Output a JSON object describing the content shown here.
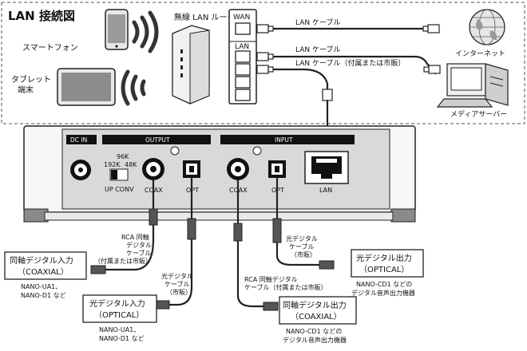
{
  "diagram": {
    "title": "LAN 接続図",
    "devices": {
      "smartphone": "スマートフォン",
      "tablet_line1": "タブレット",
      "tablet_line2": "端末",
      "router": "無線 LAN ルーター",
      "internet": "インターネット",
      "media_server": "メディアサーバー"
    },
    "router_ports": {
      "wan": "WAN",
      "lan1": "LAN",
      "lan2": "LAN"
    },
    "lan_cables": {
      "cable1": "LAN ケーブル",
      "cable2": "LAN ケーブル",
      "cable3": "LAN ケーブル（付属または市販）"
    },
    "panel": {
      "dc_in": "DC IN",
      "output": "OUTPUT",
      "input": "INPUT",
      "freq_96k": "96K",
      "freq_192k": "192K",
      "freq_48k": "48K",
      "up_conv": "UP CONV",
      "coax_out": "COAX",
      "opt_out": "OPT",
      "coax_in": "COAX",
      "opt_in": "OPT",
      "lan": "LAN"
    },
    "cable_labels": {
      "rca_out": [
        "RCA 同軸",
        "デジタル",
        "ケーブル",
        "（付属または市販）"
      ],
      "opt_out": [
        "光デジタル",
        "ケーブル",
        "（市販）"
      ],
      "rca_in": [
        "RCA 同軸デジタル",
        "ケーブル（付属または市販）"
      ],
      "opt_in": [
        "光デジタル",
        "ケーブル",
        "（市販）"
      ]
    },
    "boxes": {
      "coax_input": {
        "line1": "同軸デジタル入力",
        "line2": "（COAXIAL）"
      },
      "optical_input": {
        "line1": "光デジタル入力",
        "line2": "（OPTICAL）"
      },
      "coax_output": {
        "line1": "同軸デジタル出力",
        "line2": "（COAXIAL）"
      },
      "optical_output": {
        "line1": "光デジタル出力",
        "line2": "（OPTICAL）"
      }
    },
    "notes": {
      "coax_input": [
        "NANO-UA1、",
        "NANO-D1 など"
      ],
      "optical_input": [
        "NANO-UA1、",
        "NANO-D1 など"
      ],
      "coax_output": [
        "NANO-CD1 などの",
        "デジタル音声出力機器"
      ],
      "optical_output": [
        "NANO-CD1 などの",
        "デジタル音声出力機器"
      ]
    }
  }
}
